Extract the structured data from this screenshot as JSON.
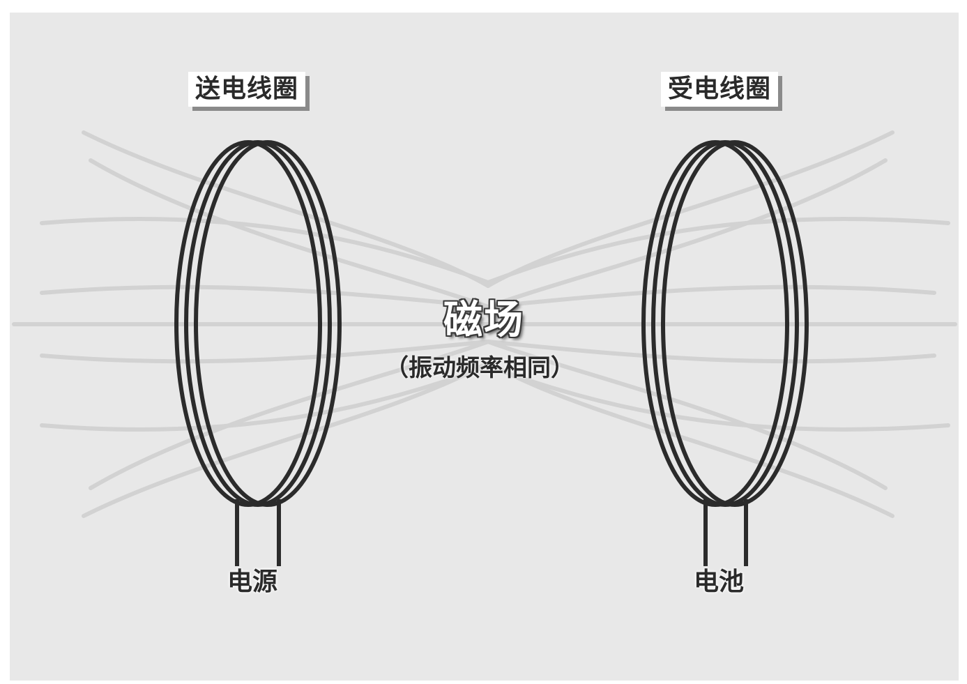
{
  "diagram": {
    "transmitter_coil_label": "送电线圈",
    "receiver_coil_label": "受电线圈",
    "transmitter_terminal_label": "电源",
    "receiver_terminal_label": "电池",
    "field_label": "磁场",
    "field_sublabel": "（振动频率相同）"
  },
  "colors": {
    "background": "#e8e8e8",
    "coil_wire": "#2b2b2b",
    "field_lines": "#d2d2d2",
    "label_box": "#ffffff",
    "label_shadow": "#8a8a8a"
  }
}
